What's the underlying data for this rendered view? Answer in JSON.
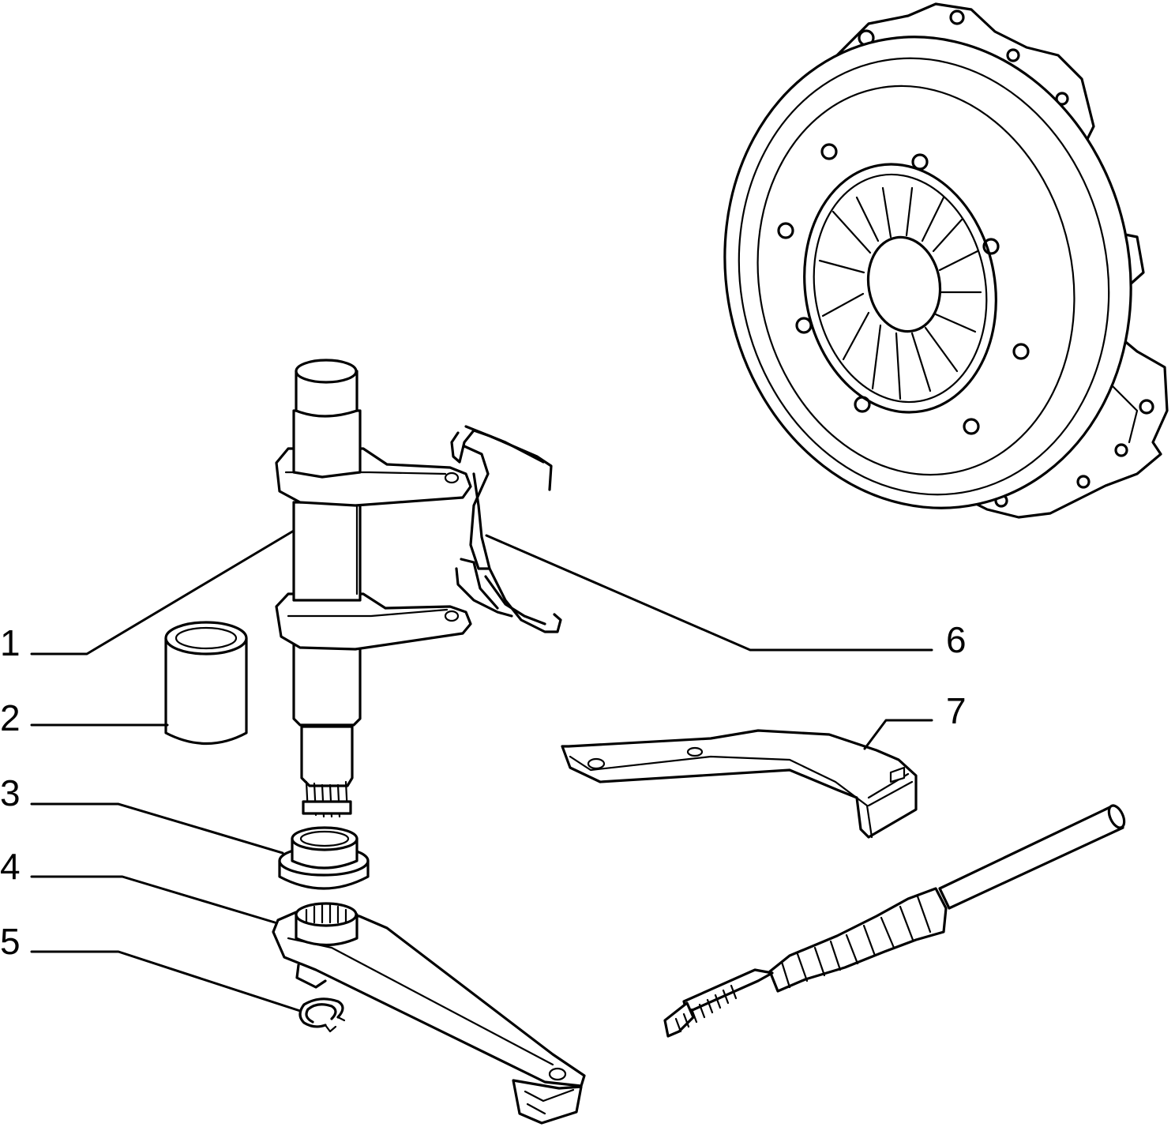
{
  "callouts": [
    {
      "id": "1",
      "label": "1"
    },
    {
      "id": "2",
      "label": "2"
    },
    {
      "id": "3",
      "label": "3"
    },
    {
      "id": "4",
      "label": "4"
    },
    {
      "id": "5",
      "label": "5"
    },
    {
      "id": "6",
      "label": "6"
    },
    {
      "id": "7",
      "label": "7"
    }
  ],
  "parts": [
    {
      "callout": "1",
      "icon": "release-fork-shaft-icon"
    },
    {
      "callout": "2",
      "icon": "bushing-icon"
    },
    {
      "callout": "3",
      "icon": "bushing-collar-icon"
    },
    {
      "callout": "4",
      "icon": "release-lever-icon"
    },
    {
      "callout": "5",
      "icon": "circlip-icon"
    },
    {
      "callout": "6",
      "icon": "wire-spring-clip-icon"
    },
    {
      "callout": "7",
      "icon": "cable-bracket-icon"
    },
    {
      "callout": "",
      "icon": "clutch-pressure-plate-icon"
    },
    {
      "callout": "",
      "icon": "clutch-cable-icon"
    }
  ],
  "colors": {
    "ink": "#000000",
    "paper": "#ffffff"
  }
}
